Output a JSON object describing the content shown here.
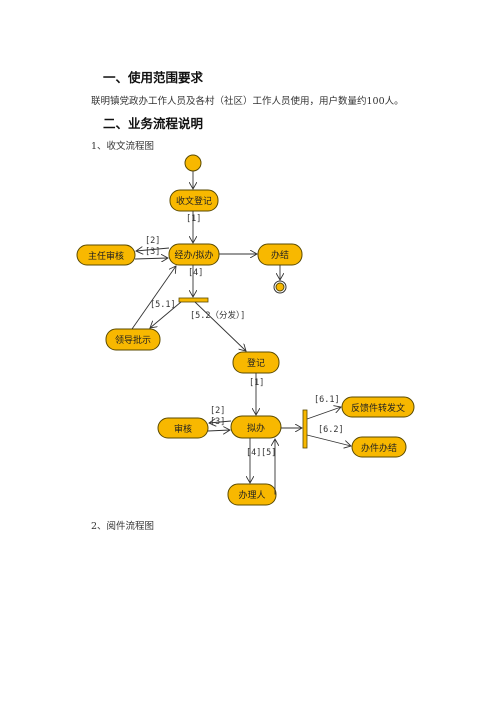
{
  "section1": {
    "heading": "一、使用范围要求",
    "text": "联明镇党政办工作人员及各村（社区）工作人员使用，用户数量约100人。"
  },
  "section2": {
    "heading": "二、业务流程说明",
    "sub1": "1、收文流程图",
    "sub2": "2、阅件流程图"
  },
  "diagram1": {
    "nodes": {
      "receive_register": "收文登记",
      "director_review": "主任审核",
      "handle_report": "经办/拟办",
      "done": "办结",
      "leader_instruct": "领导批示"
    },
    "labels": {
      "l1": "[1]",
      "l2": "[2]",
      "l3": "[3]",
      "l4": "[4]",
      "l51": "[5.1]",
      "l52": "[5.2（分发）]"
    }
  },
  "diagram2": {
    "nodes": {
      "register": "登记",
      "review": "审核",
      "report": "拟办",
      "handler": "办理人",
      "feedback": "反馈件转发文",
      "finish": "办件办结"
    },
    "labels": {
      "l1": "[1]",
      "l2": "[2]",
      "l3": "[3]",
      "l4": "[4]",
      "l5": "[5]",
      "l61": "[6.1]",
      "l62": "[6.2]"
    }
  },
  "colors": {
    "node_fill": "#f8b800",
    "node_stroke": "#5a4a00"
  }
}
